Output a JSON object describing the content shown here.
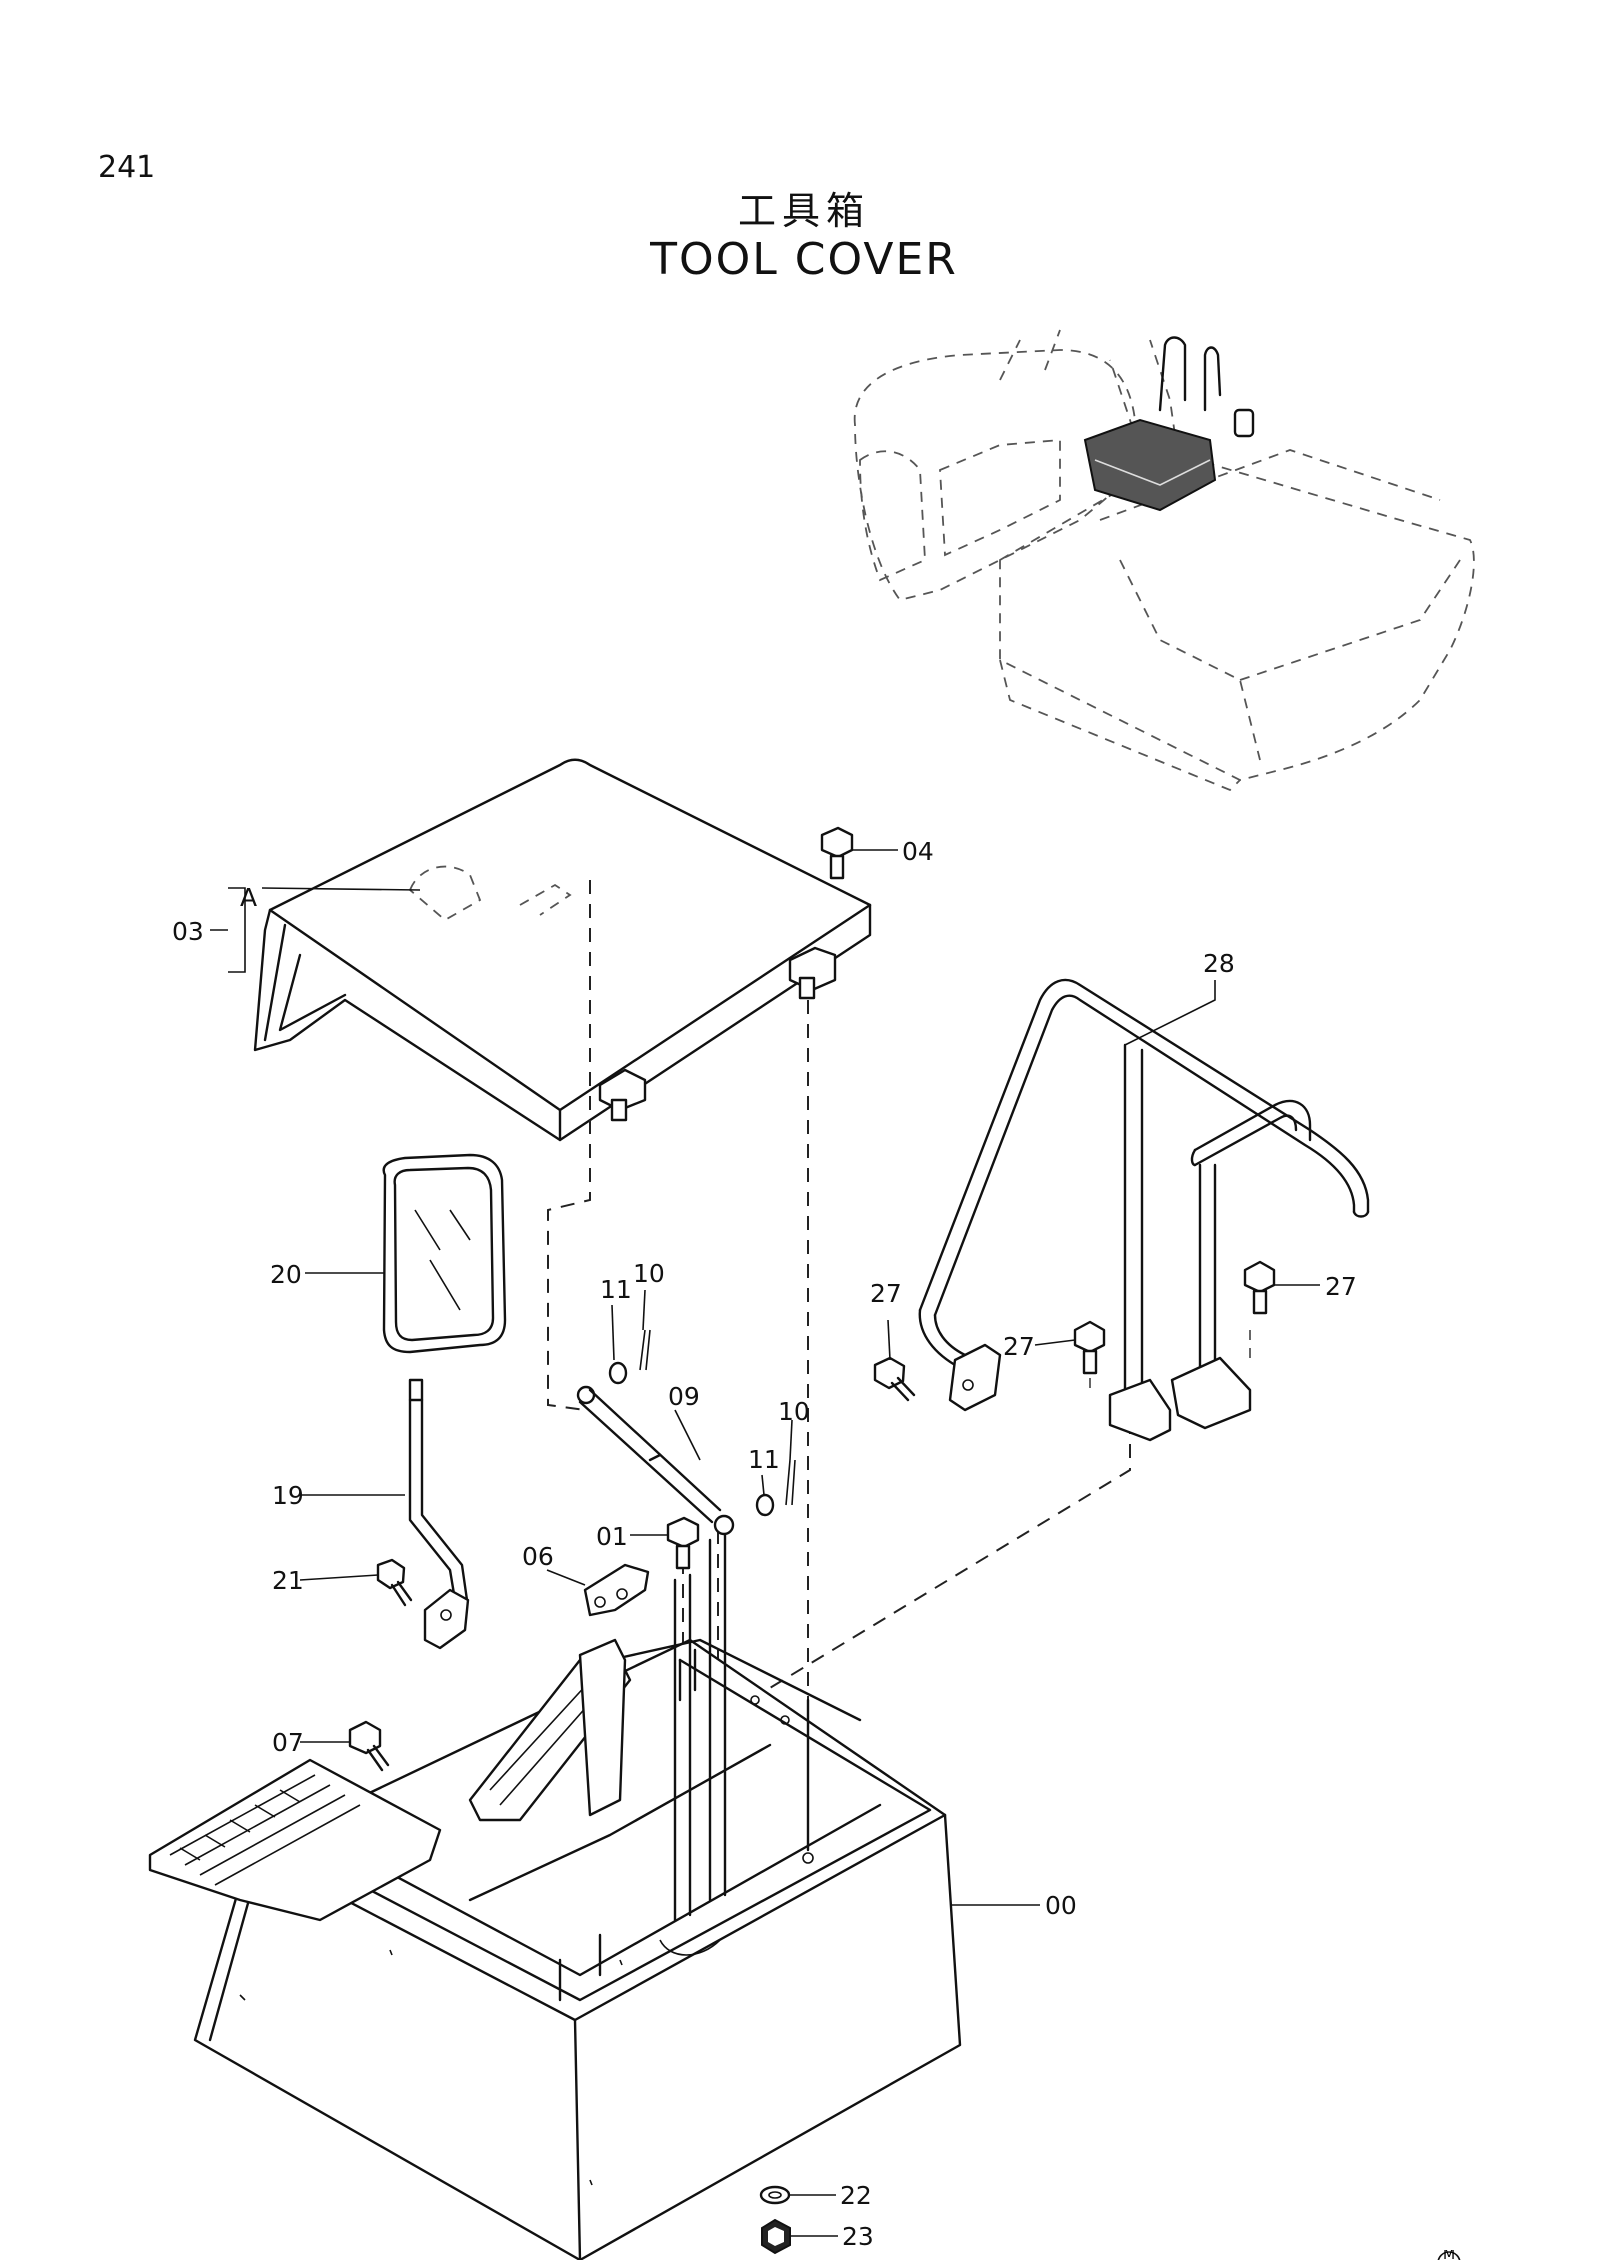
{
  "page_number": "241",
  "title_cn": "工具箱",
  "title_en": "TOOL COVER",
  "callouts": {
    "c00": "00",
    "c01": "01",
    "c03": "03",
    "c04": "04",
    "c06": "06",
    "c07": "07",
    "c09": "09",
    "c10a": "10",
    "c10b": "10",
    "c11a": "11",
    "c11b": "11",
    "c19": "19",
    "c20": "20",
    "c21": "21",
    "c22": "22",
    "c23": "23",
    "c27a": "27",
    "c27b": "27",
    "c27c": "27",
    "c28": "28",
    "cA": "A"
  },
  "manufacturer_mark": "M"
}
